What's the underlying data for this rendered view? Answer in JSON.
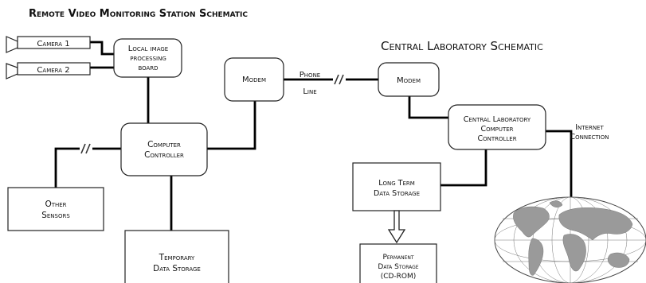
{
  "remote_title": "Remote Video Monitoring Station Schematic",
  "central_title": "Central Laboratory Schematic",
  "camera1": "Camera 1",
  "camera2": "Camera 2",
  "local_board": [
    "Local image",
    "processing",
    "board"
  ],
  "computer_controller": [
    "Computer",
    "Controller"
  ],
  "other_sensors": [
    "Other",
    "Sensors"
  ],
  "temp_storage": [
    "Temporary",
    "Data Storage"
  ],
  "modem_remote": "Modem",
  "phone_line": [
    "Phone",
    "Line"
  ],
  "modem_central": "Modem",
  "central_controller": [
    "Central Laboratory",
    "Computer",
    "Controller"
  ],
  "internet": [
    "Internet",
    "Connection"
  ],
  "long_term": [
    "Long Term",
    "Data Storage"
  ],
  "permanent": [
    "Permanent",
    "Data Storage",
    "(CD-ROM)"
  ],
  "map_icon": "world-map-icon"
}
